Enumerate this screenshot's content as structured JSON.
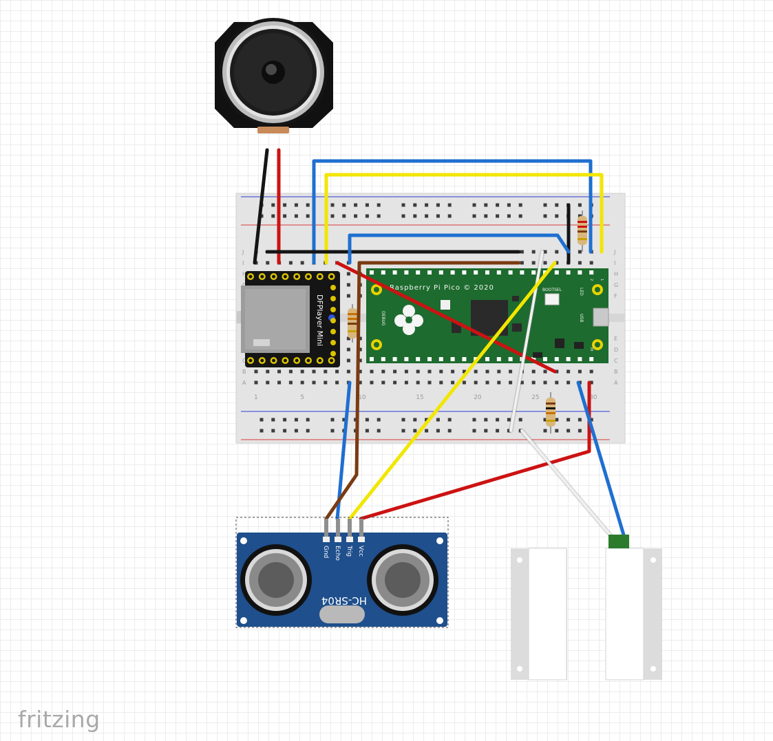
{
  "app": {
    "brand": "fritzing"
  },
  "pico": {
    "title": "Raspberry Pi Pico © 2020",
    "debug": "DEBUG",
    "bootsel": "BOOTSEL",
    "led": "LED",
    "usb": "USB",
    "pin1": "1",
    "pin2": "2",
    "pin39": "39"
  },
  "dfplayer": {
    "label": "DFPlayer Mini"
  },
  "sensor": {
    "model": "HC-SR04",
    "pins": [
      "Gnd",
      "Echo",
      "Trig",
      "Vcc"
    ]
  },
  "breadboard": {
    "row_letters_top": [
      "J",
      "I",
      "H",
      "G",
      "F"
    ],
    "row_letters_bottom": [
      "E",
      "D",
      "C",
      "B",
      "A"
    ],
    "column_numbers": [
      "1",
      "5",
      "10",
      "15",
      "20",
      "25",
      "30"
    ]
  },
  "wire_colors": {
    "blue": "#1f6fd0",
    "yellow": "#f2e600",
    "red": "#cc1212",
    "black": "#151515",
    "brown": "#7a3b12",
    "white": "#f0f0f0"
  }
}
